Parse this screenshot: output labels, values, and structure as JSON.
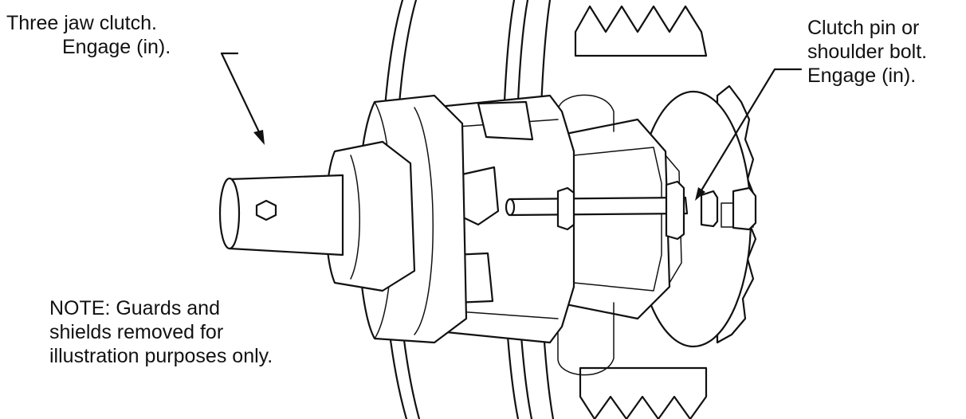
{
  "callouts": {
    "clutch": [
      "Three jaw clutch.",
      "Engage (in)."
    ],
    "pin": [
      "Clutch pin or",
      "shoulder bolt.",
      "Engage (in)."
    ],
    "note": [
      "NOTE: Guards and",
      "shields removed for",
      "illustration purposes only."
    ]
  },
  "colors": {
    "ink": "#111111",
    "paper": "#ffffff"
  }
}
